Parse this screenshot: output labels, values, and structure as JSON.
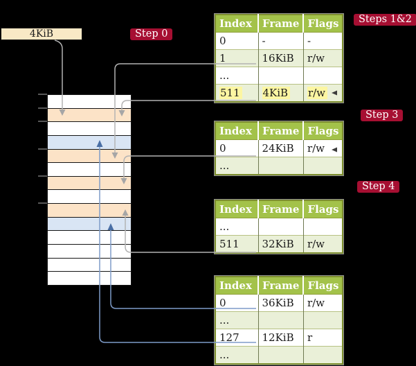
{
  "frame_box": {
    "label": "4KiB"
  },
  "badges": [
    {
      "id": "step0",
      "label": "Step 0"
    },
    {
      "id": "steps12",
      "label": "Steps 1&2"
    },
    {
      "id": "step3",
      "label": "Step 3"
    },
    {
      "id": "step4",
      "label": "Step 4"
    }
  ],
  "memory": {
    "rows": [
      {
        "color": "white"
      },
      {
        "color": "orange"
      },
      {
        "color": "white"
      },
      {
        "color": "blue"
      },
      {
        "color": "orange"
      },
      {
        "color": "white"
      },
      {
        "color": "orange"
      },
      {
        "color": "white"
      },
      {
        "color": "orange"
      },
      {
        "color": "blue"
      },
      {
        "color": "white"
      },
      {
        "color": "white"
      },
      {
        "color": "white"
      },
      {
        "color": "white"
      }
    ]
  },
  "tables": [
    {
      "headers": [
        "Index",
        "Frame",
        "Flags"
      ],
      "rows": [
        {
          "cells": [
            "0",
            "-",
            "-"
          ]
        },
        {
          "cells": [
            "1",
            "16KiB",
            "r/w"
          ]
        },
        {
          "cells": [
            "...",
            "",
            ""
          ]
        },
        {
          "cells": [
            "511",
            "4KiB",
            "r/w"
          ],
          "highlight": true
        }
      ]
    },
    {
      "headers": [
        "Index",
        "Frame",
        "Flags"
      ],
      "rows": [
        {
          "cells": [
            "0",
            "24KiB",
            "r/w"
          ]
        },
        {
          "cells": [
            "...",
            "",
            ""
          ]
        }
      ]
    },
    {
      "headers": [
        "Index",
        "Frame",
        "Flags"
      ],
      "rows": [
        {
          "cells": [
            "...",
            "",
            ""
          ]
        },
        {
          "cells": [
            "511",
            "32KiB",
            "r/w"
          ]
        }
      ]
    },
    {
      "headers": [
        "Index",
        "Frame",
        "Flags"
      ],
      "rows": [
        {
          "cells": [
            "0",
            "36KiB",
            "r/w"
          ]
        },
        {
          "cells": [
            "...",
            "",
            ""
          ]
        },
        {
          "cells": [
            "127",
            "12KiB",
            "r"
          ]
        },
        {
          "cells": [
            "...",
            "",
            ""
          ]
        }
      ]
    }
  ],
  "colors": {
    "badge_red": "#a60f32",
    "header_green": "#a3c24a",
    "row_light_green": "#eaf0d8",
    "highlight_yellow": "#fcf6a2",
    "memory_orange": "#fce3c7",
    "memory_blue": "#d9e5f4",
    "legend_cream": "#f9e9c5",
    "wire_gray": "#b3b3b3",
    "wire_blue": "#7e9cc9"
  }
}
